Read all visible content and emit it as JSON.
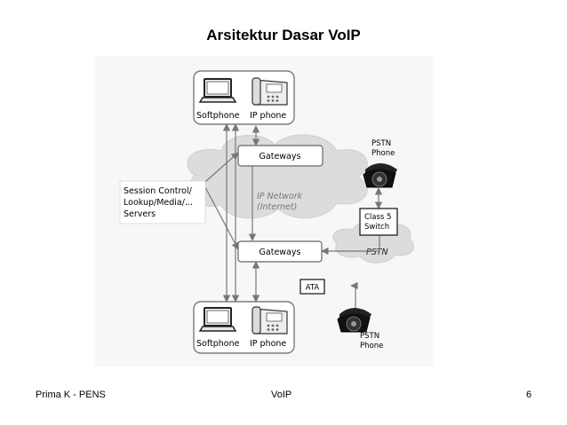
{
  "slide": {
    "title": "Arsitektur Dasar VoIP",
    "footer_left": "Prima K - PENS",
    "footer_center": "VoIP",
    "page_number": "6"
  },
  "diagram": {
    "top_client": {
      "softphone_label": "Softphone",
      "ipphone_label": "IP phone"
    },
    "bottom_client": {
      "softphone_label": "Softphone",
      "ipphone_label": "IP phone"
    },
    "gateway_top_label": "Gateways",
    "gateway_bottom_label": "Gateways",
    "ip_network_label": [
      "IP Network",
      "(Internet)"
    ],
    "servers_label": [
      "Session Control/",
      "Lookup/Media/...",
      "Servers"
    ],
    "pstn_phone_top_label": [
      "PSTN",
      "Phone"
    ],
    "pstn_phone_bottom_label": [
      "PSTN",
      "Phone"
    ],
    "class5_label": [
      "Class 5",
      "Switch"
    ],
    "pstn_cloud_label": "PSTN",
    "ata_label": "ATA",
    "icons": [
      "laptop-icon",
      "ip-phone-icon",
      "rotary-phone-icon"
    ]
  }
}
